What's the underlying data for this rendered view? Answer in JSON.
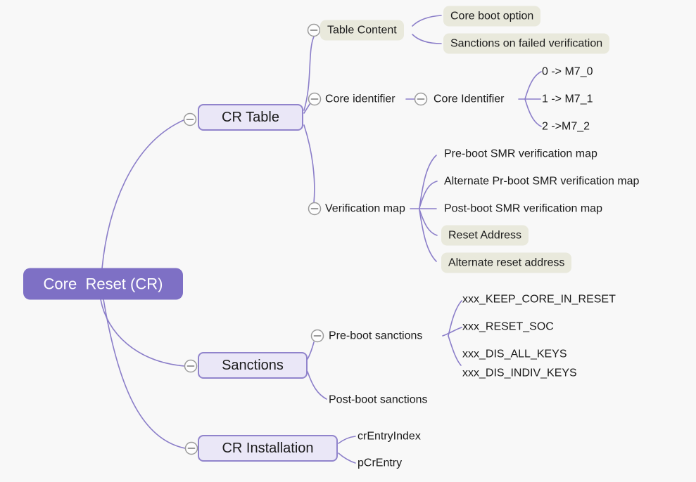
{
  "colors": {
    "background": "#f8f8f8",
    "edge": "#8b7ec9",
    "root_fill": "#7e70c5",
    "root_text": "#ffffff",
    "branch_fill": "#eae7f7",
    "branch_border": "#9184cc",
    "highlight_fill": "#e9e9dc",
    "text": "#1b1b1b",
    "toggle_stroke": "#9b9b9b",
    "toggle_minus": "#8c8c8c"
  },
  "icons": {
    "collapse_toggle": "minus-in-circle"
  },
  "mindmap": {
    "root": {
      "label": "Core  Reset (CR)",
      "children": [
        {
          "label": "CR Table",
          "children": [
            {
              "label": "Table Content",
              "highlight": true,
              "children": [
                {
                  "label": "Core boot option",
                  "highlight": true
                },
                {
                  "label": "Sanctions on failed verification",
                  "highlight": true
                }
              ]
            },
            {
              "label": "Core identifier",
              "children": [
                {
                  "label": "Core Identifier",
                  "children": [
                    {
                      "label": "0 -> M7_0"
                    },
                    {
                      "label": "1 -> M7_1"
                    },
                    {
                      "label": "2 ->M7_2"
                    }
                  ]
                }
              ]
            },
            {
              "label": "Verification map",
              "children": [
                {
                  "label": "Pre-boot SMR verification map"
                },
                {
                  "label": "Alternate Pr-boot SMR verification map"
                },
                {
                  "label": "Post-boot SMR verification map"
                },
                {
                  "label": "Reset Address",
                  "highlight": true
                },
                {
                  "label": "Alternate reset address",
                  "highlight": true
                }
              ]
            }
          ]
        },
        {
          "label": "Sanctions",
          "children": [
            {
              "label": "Pre-boot sanctions",
              "children": [
                {
                  "label": "xxx_KEEP_CORE_IN_RESET"
                },
                {
                  "label": "xxx_RESET_SOC"
                },
                {
                  "label": "xxx_DIS_ALL_KEYS"
                },
                {
                  "label": "xxx_DIS_INDIV_KEYS"
                }
              ]
            },
            {
              "label": "Post-boot sanctions"
            }
          ]
        },
        {
          "label": "CR Installation",
          "children": [
            {
              "label": "crEntryIndex"
            },
            {
              "label": "pCrEntry"
            }
          ]
        }
      ]
    }
  }
}
